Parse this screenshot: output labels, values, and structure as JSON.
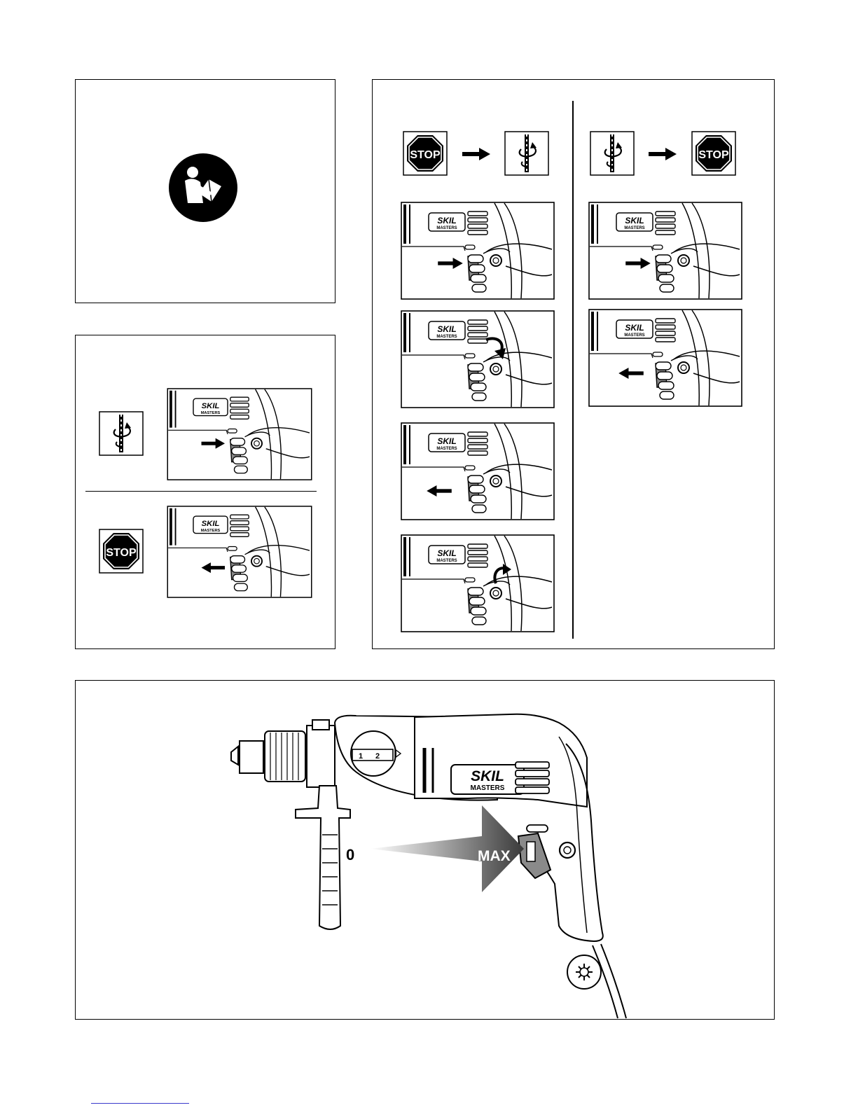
{
  "brand": {
    "name": "SKIL",
    "sub": "MASTERS"
  },
  "stop_label": "STOP",
  "speed": {
    "min_label": "0",
    "max_label": "MAX"
  },
  "gear": {
    "label1": "1",
    "label2": "2"
  },
  "icons": {
    "manual": "read-manual-icon",
    "stop": "stop-sign-icon",
    "rotation": "drill-rotation-icon",
    "arrow": "arrow-right-icon"
  }
}
